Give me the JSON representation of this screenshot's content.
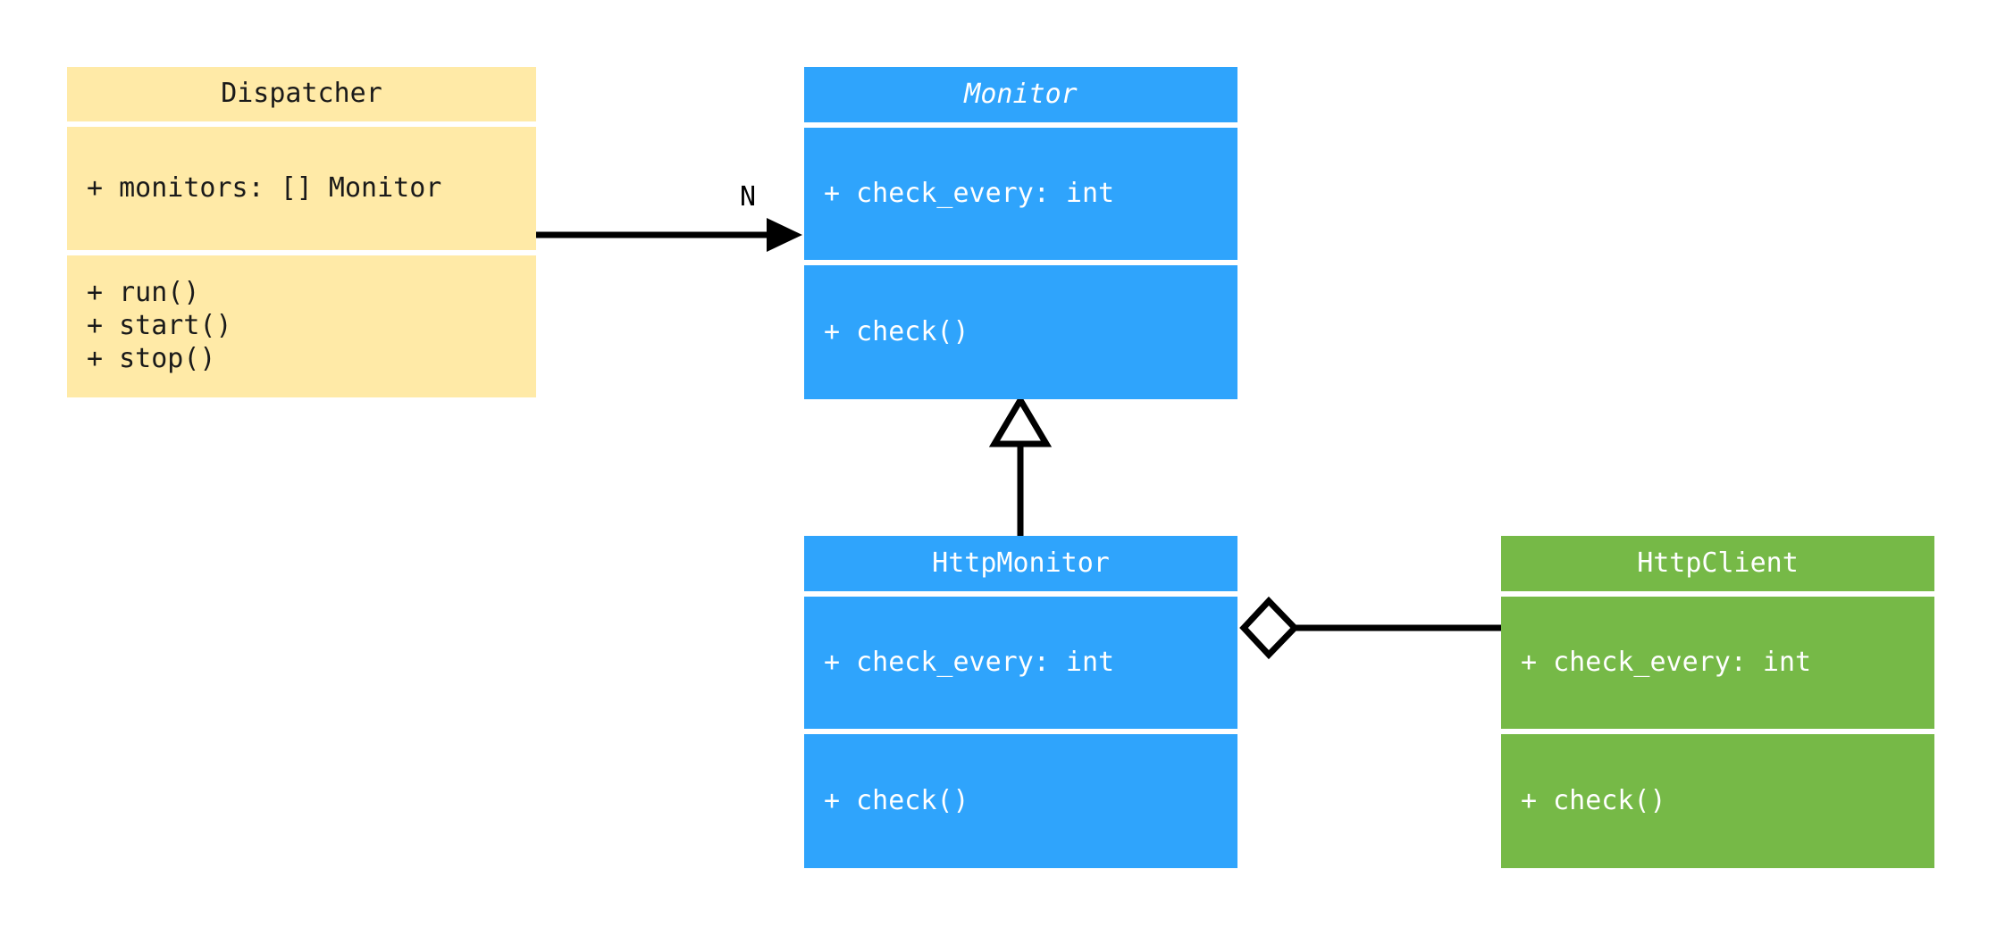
{
  "diagram": {
    "type": "uml-class-diagram",
    "background": "#ffffff",
    "palette": {
      "yellow": "#ffeaa7",
      "blue": "#2fa4fc",
      "green": "#76b947",
      "line": "#000000",
      "text_dark": "#1a1a1a",
      "text_light": "#ffffff"
    }
  },
  "classes": {
    "dispatcher": {
      "name": "Dispatcher",
      "abstract": false,
      "color": "#ffeaa7",
      "attributes": [
        "+ monitors: [] Monitor"
      ],
      "methods": [
        "+ run()",
        "+ start()",
        "+ stop()"
      ]
    },
    "monitor": {
      "name": "Monitor",
      "abstract": true,
      "color": "#2fa4fc",
      "attributes": [
        "+ check_every: int"
      ],
      "methods": [
        "+ check()"
      ]
    },
    "http_monitor": {
      "name": "HttpMonitor",
      "abstract": false,
      "color": "#2fa4fc",
      "attributes": [
        "+ check_every: int"
      ],
      "methods": [
        "+ check()"
      ]
    },
    "http_client": {
      "name": "HttpClient",
      "abstract": false,
      "color": "#76b947",
      "attributes": [
        "+ check_every: int"
      ],
      "methods": [
        "+ check()"
      ]
    }
  },
  "relationships": {
    "dispatcher_to_monitor": {
      "kind": "association",
      "from": "Dispatcher",
      "to": "Monitor",
      "multiplicity_label": "N",
      "arrow": "filled-arrowhead"
    },
    "http_monitor_to_monitor": {
      "kind": "inheritance",
      "from": "HttpMonitor",
      "to": "Monitor",
      "multiplicity_label": "",
      "arrow": "hollow-triangle"
    },
    "http_monitor_to_http_client": {
      "kind": "aggregation",
      "from": "HttpMonitor",
      "to": "HttpClient",
      "multiplicity_label": "",
      "arrow": "hollow-diamond"
    }
  }
}
